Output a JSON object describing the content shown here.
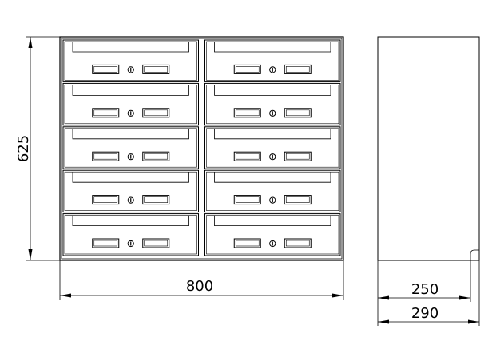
{
  "drawing": {
    "height_label": "625",
    "width_label": "800",
    "inner_depth_label": "250",
    "depth_label": "290"
  },
  "mailbox_unit": {
    "columns": 2,
    "rows": 5,
    "compartments": 10
  },
  "colors": {
    "line": "#000000",
    "background": "#ffffff"
  }
}
